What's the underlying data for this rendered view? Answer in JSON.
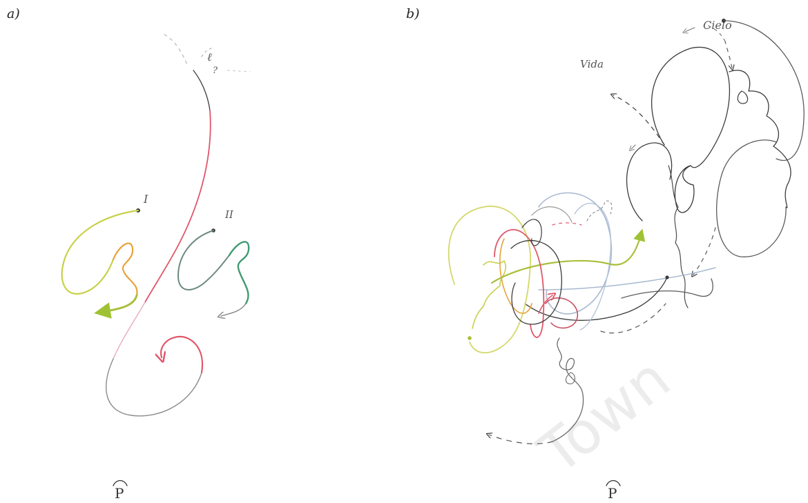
{
  "panels": {
    "a": {
      "label": "a)",
      "mark_l": "ℓ",
      "mark_q": "?",
      "roman_one": "I",
      "roman_two": "II",
      "bottom_symbol": "P"
    },
    "b": {
      "label": "b)",
      "label_vida": "Vida",
      "label_cielo": "Cielo",
      "bottom_symbol": "P"
    }
  },
  "watermark": "Town",
  "colors": {
    "ink": "#3a3a3a",
    "pencil": "#9a9a9a",
    "red": "#e0566a",
    "pink": "#e8a2b0",
    "yellow": "#c8d04a",
    "yellow_green": "#a8bf3a",
    "orange": "#e7a23a",
    "green": "#3f9a72",
    "teal_grey": "#6c8a80",
    "blue_grey": "#a7b8cf"
  }
}
